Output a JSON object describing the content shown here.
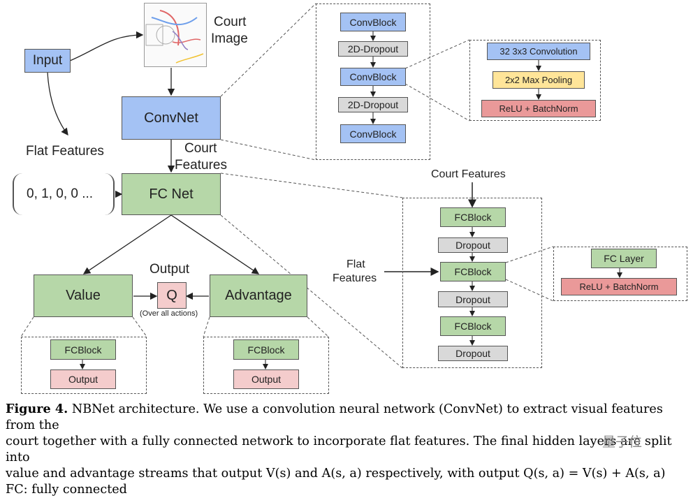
{
  "diagram": {
    "input": "Input",
    "court_image_label": [
      "Court",
      "Image"
    ],
    "convnet": "ConvNet",
    "flat_features": "Flat Features",
    "court_features_label": [
      "Court",
      "Features"
    ],
    "flat_values": "0, 1, 0, 0 ...",
    "fc_net": "FC Net",
    "value": "Value",
    "advantage": "Advantage",
    "output_label": "Output",
    "q": "Q",
    "over_all_actions": "(Over all actions)",
    "convnet_detail": {
      "blocks": [
        "ConvBlock",
        "2D-Dropout",
        "ConvBlock",
        "2D-Dropout",
        "ConvBlock"
      ]
    },
    "convblock_detail": {
      "layers": [
        "32 3x3 Convolution",
        "2x2 Max Pooling",
        "ReLU + BatchNorm"
      ]
    },
    "fcnet_detail": {
      "court_features": "Court Features",
      "flat_features": [
        "Flat",
        "Features"
      ],
      "blocks": [
        "FCBlock",
        "Dropout",
        "FCBlock",
        "Dropout",
        "FCBlock",
        "Dropout"
      ]
    },
    "fcblock_detail": {
      "layers": [
        "FC Layer",
        "ReLU + BatchNorm"
      ]
    },
    "value_detail": [
      "FCBlock",
      "Output"
    ],
    "advantage_detail": [
      "FCBlock",
      "Output"
    ]
  },
  "caption": {
    "figure": "Figure 4.",
    "line1": " NBNet architecture. We use a convolution neural network (ConvNet) to extract visual features from the",
    "line2": "court together with a fully connected network to incorporate flat features. The final hidden layers are split into",
    "line3": "value and advantage streams that output V(s) and A(s, a) respectively, with output Q(s, a) = V(s) + A(s, a)",
    "line4": "FC: fully connected"
  },
  "watermark": "量子位"
}
